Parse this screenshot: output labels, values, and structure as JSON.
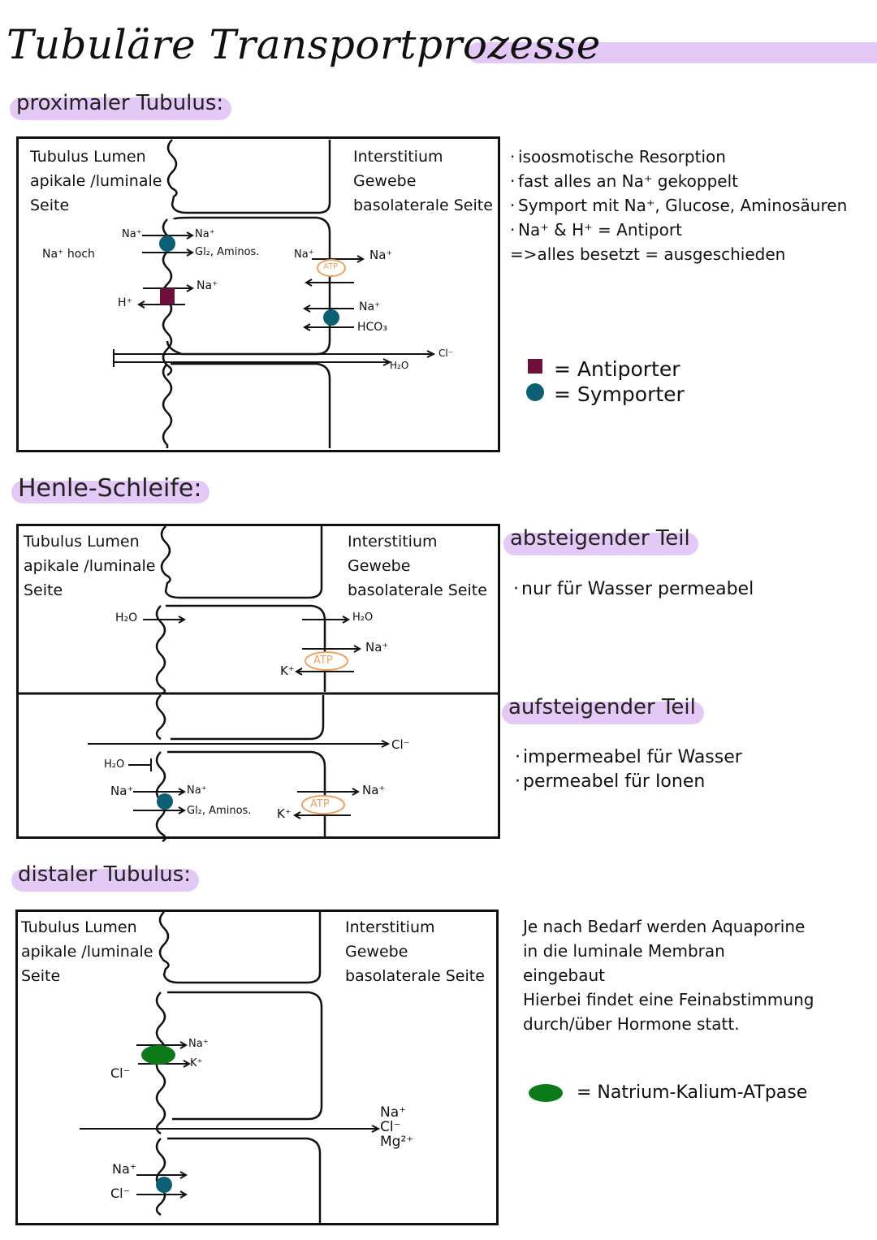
{
  "title": "Tubuläre Transportprozesse",
  "colors": {
    "highlight": "#e4c8f5",
    "antiporter": "#6e0f3c",
    "symporter": "#0d5f73",
    "atpase": "#0d7a1a",
    "atp": "#f2a25e"
  },
  "common": {
    "lumen_label": [
      "Tubulus Lumen",
      "apikale /luminale",
      "Seite"
    ],
    "interstitium_label": [
      "Interstitium",
      "Gewebe",
      "basolaterale Seite"
    ],
    "atp": "ATP"
  },
  "proximal": {
    "heading": "proximaler Tubulus:",
    "na_high": "Na⁺ hoch",
    "labels": {
      "na_in": "Na⁺",
      "na_out": "Na⁺",
      "glucose": "Gl₂, Aminos.",
      "h": "H⁺",
      "na_anti": "Na⁺",
      "na_pump_in": "Na⁺",
      "na_pump_out": "Na⁺",
      "na_bl": "Na⁺",
      "hco3": "HCO₃",
      "cl": "Cl⁻",
      "h2o": "H₂O"
    },
    "notes": [
      "isoosmotische Resorption",
      "fast alles an Na⁺ gekoppelt",
      "Symport mit Na⁺, Glucose, Aminosäuren",
      "Na⁺ & H⁺ = Antiport",
      "=>alles besetzt = ausgeschieden"
    ],
    "legend": [
      {
        "symbol": "square",
        "text": "= Antiporter"
      },
      {
        "symbol": "circle",
        "text": "= Symporter"
      }
    ]
  },
  "henle": {
    "heading": "Henle-Schleife:",
    "desc_heading": "absteigender Teil",
    "desc_note": "nur für Wasser permeabel",
    "asc_heading": "aufsteigender Teil",
    "asc_notes": [
      "impermeabel für Wasser",
      "permeabel für Ionen"
    ],
    "labels": {
      "h2o_in": "H₂O",
      "h2o_out": "H₂O",
      "na_pump": "Na⁺",
      "k_pump": "K⁺",
      "cl": "Cl⁻",
      "h2o_block": "H₂O",
      "na_sym": "Na⁺",
      "na_sym_out": "Na⁺",
      "glucose": "Gl₂, Aminos.",
      "na_pump2": "Na⁺",
      "k_pump2": "K⁺"
    }
  },
  "distal": {
    "heading": "distaler Tubulus:",
    "notes": [
      "Je nach Bedarf werden Aquaporine",
      "in die luminale Membran",
      "eingebaut",
      "Hierbei findet eine Feinabstimmung",
      "durch/über Hormone statt."
    ],
    "legend": {
      "symbol": "ellipse",
      "text": "= Natrium-Kalium-ATpase"
    },
    "labels": {
      "na_out": "Na⁺",
      "k_out": "K⁺",
      "cl_in": "Cl⁻",
      "para_na": "Na⁺",
      "para_cl": "Cl⁻",
      "para_mg": "Mg²⁺",
      "na_sym": "Na⁺",
      "cl_sym": "Cl⁻"
    }
  }
}
